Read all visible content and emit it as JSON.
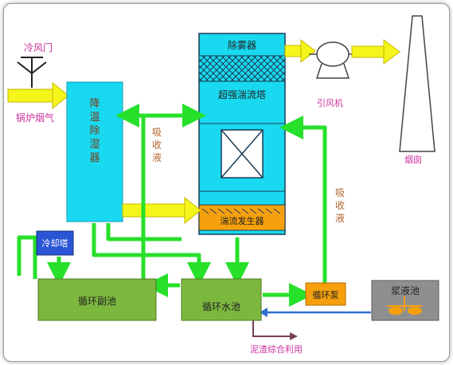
{
  "labels": {
    "cold_air_door": "冷风门",
    "boiler_flue_gas": "锅炉烟气",
    "cooling_dehumidifier": "降温除湿器",
    "demister": "除雾器",
    "super_turbulence_tower": "超强湍流塔",
    "turbulence_generator": "湍流发生器",
    "induced_draft_fan": "引风机",
    "chimney": "烟囱",
    "absorbent_left": "吸收液",
    "absorbent_right": "吸收液",
    "cooling_tower": "冷却塔",
    "aux_circulation_tank": "循环副池",
    "circulation_water_tank": "循环水池",
    "circulation_pump": "循环泵",
    "slurry_tank": "浆液池",
    "sludge_utilization": "泥渣综合利用"
  },
  "colors": {
    "green_flow": "#27e02a",
    "yellow_flow": "#f4f51a",
    "cyan_box": "#19d9f0",
    "olive_tank": "#7cb83e",
    "blue_box": "#2a55d6",
    "orange_box": "#f5a00c",
    "gray_box": "#8f8f8f",
    "blue_arrow": "#2e6fd1",
    "purple_arrow": "#7a3f5a"
  }
}
